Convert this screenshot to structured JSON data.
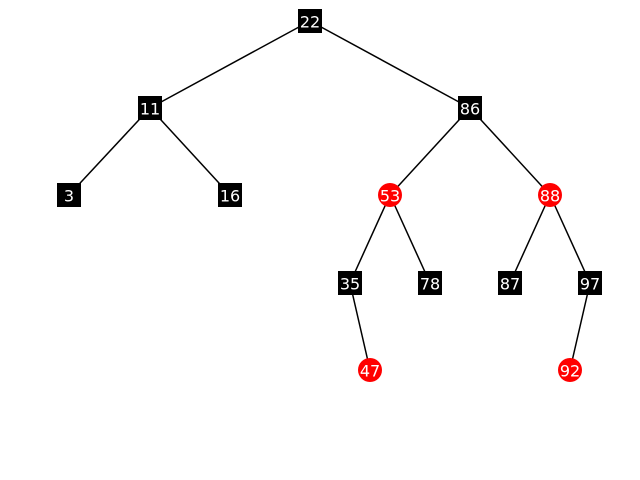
{
  "tree": {
    "colors": {
      "black": "#000000",
      "red": "#ff0000",
      "label": "#ffffff",
      "edge": "#000000"
    },
    "nodes": [
      {
        "id": "n22",
        "label": "22",
        "color": "black"
      },
      {
        "id": "n11",
        "label": "11",
        "color": "black"
      },
      {
        "id": "n86",
        "label": "86",
        "color": "black"
      },
      {
        "id": "n3",
        "label": "3",
        "color": "black"
      },
      {
        "id": "n16",
        "label": "16",
        "color": "black"
      },
      {
        "id": "n53",
        "label": "53",
        "color": "red"
      },
      {
        "id": "n88",
        "label": "88",
        "color": "red"
      },
      {
        "id": "n35",
        "label": "35",
        "color": "black"
      },
      {
        "id": "n78",
        "label": "78",
        "color": "black"
      },
      {
        "id": "n87",
        "label": "87",
        "color": "black"
      },
      {
        "id": "n97",
        "label": "97",
        "color": "black"
      },
      {
        "id": "n47",
        "label": "47",
        "color": "red"
      },
      {
        "id": "n92",
        "label": "92",
        "color": "red"
      }
    ],
    "edges": [
      [
        "n22",
        "n11"
      ],
      [
        "n22",
        "n86"
      ],
      [
        "n11",
        "n3"
      ],
      [
        "n11",
        "n16"
      ],
      [
        "n86",
        "n53"
      ],
      [
        "n86",
        "n88"
      ],
      [
        "n53",
        "n35"
      ],
      [
        "n53",
        "n78"
      ],
      [
        "n88",
        "n87"
      ],
      [
        "n88",
        "n97"
      ],
      [
        "n35",
        "n47"
      ],
      [
        "n97",
        "n92"
      ]
    ]
  }
}
